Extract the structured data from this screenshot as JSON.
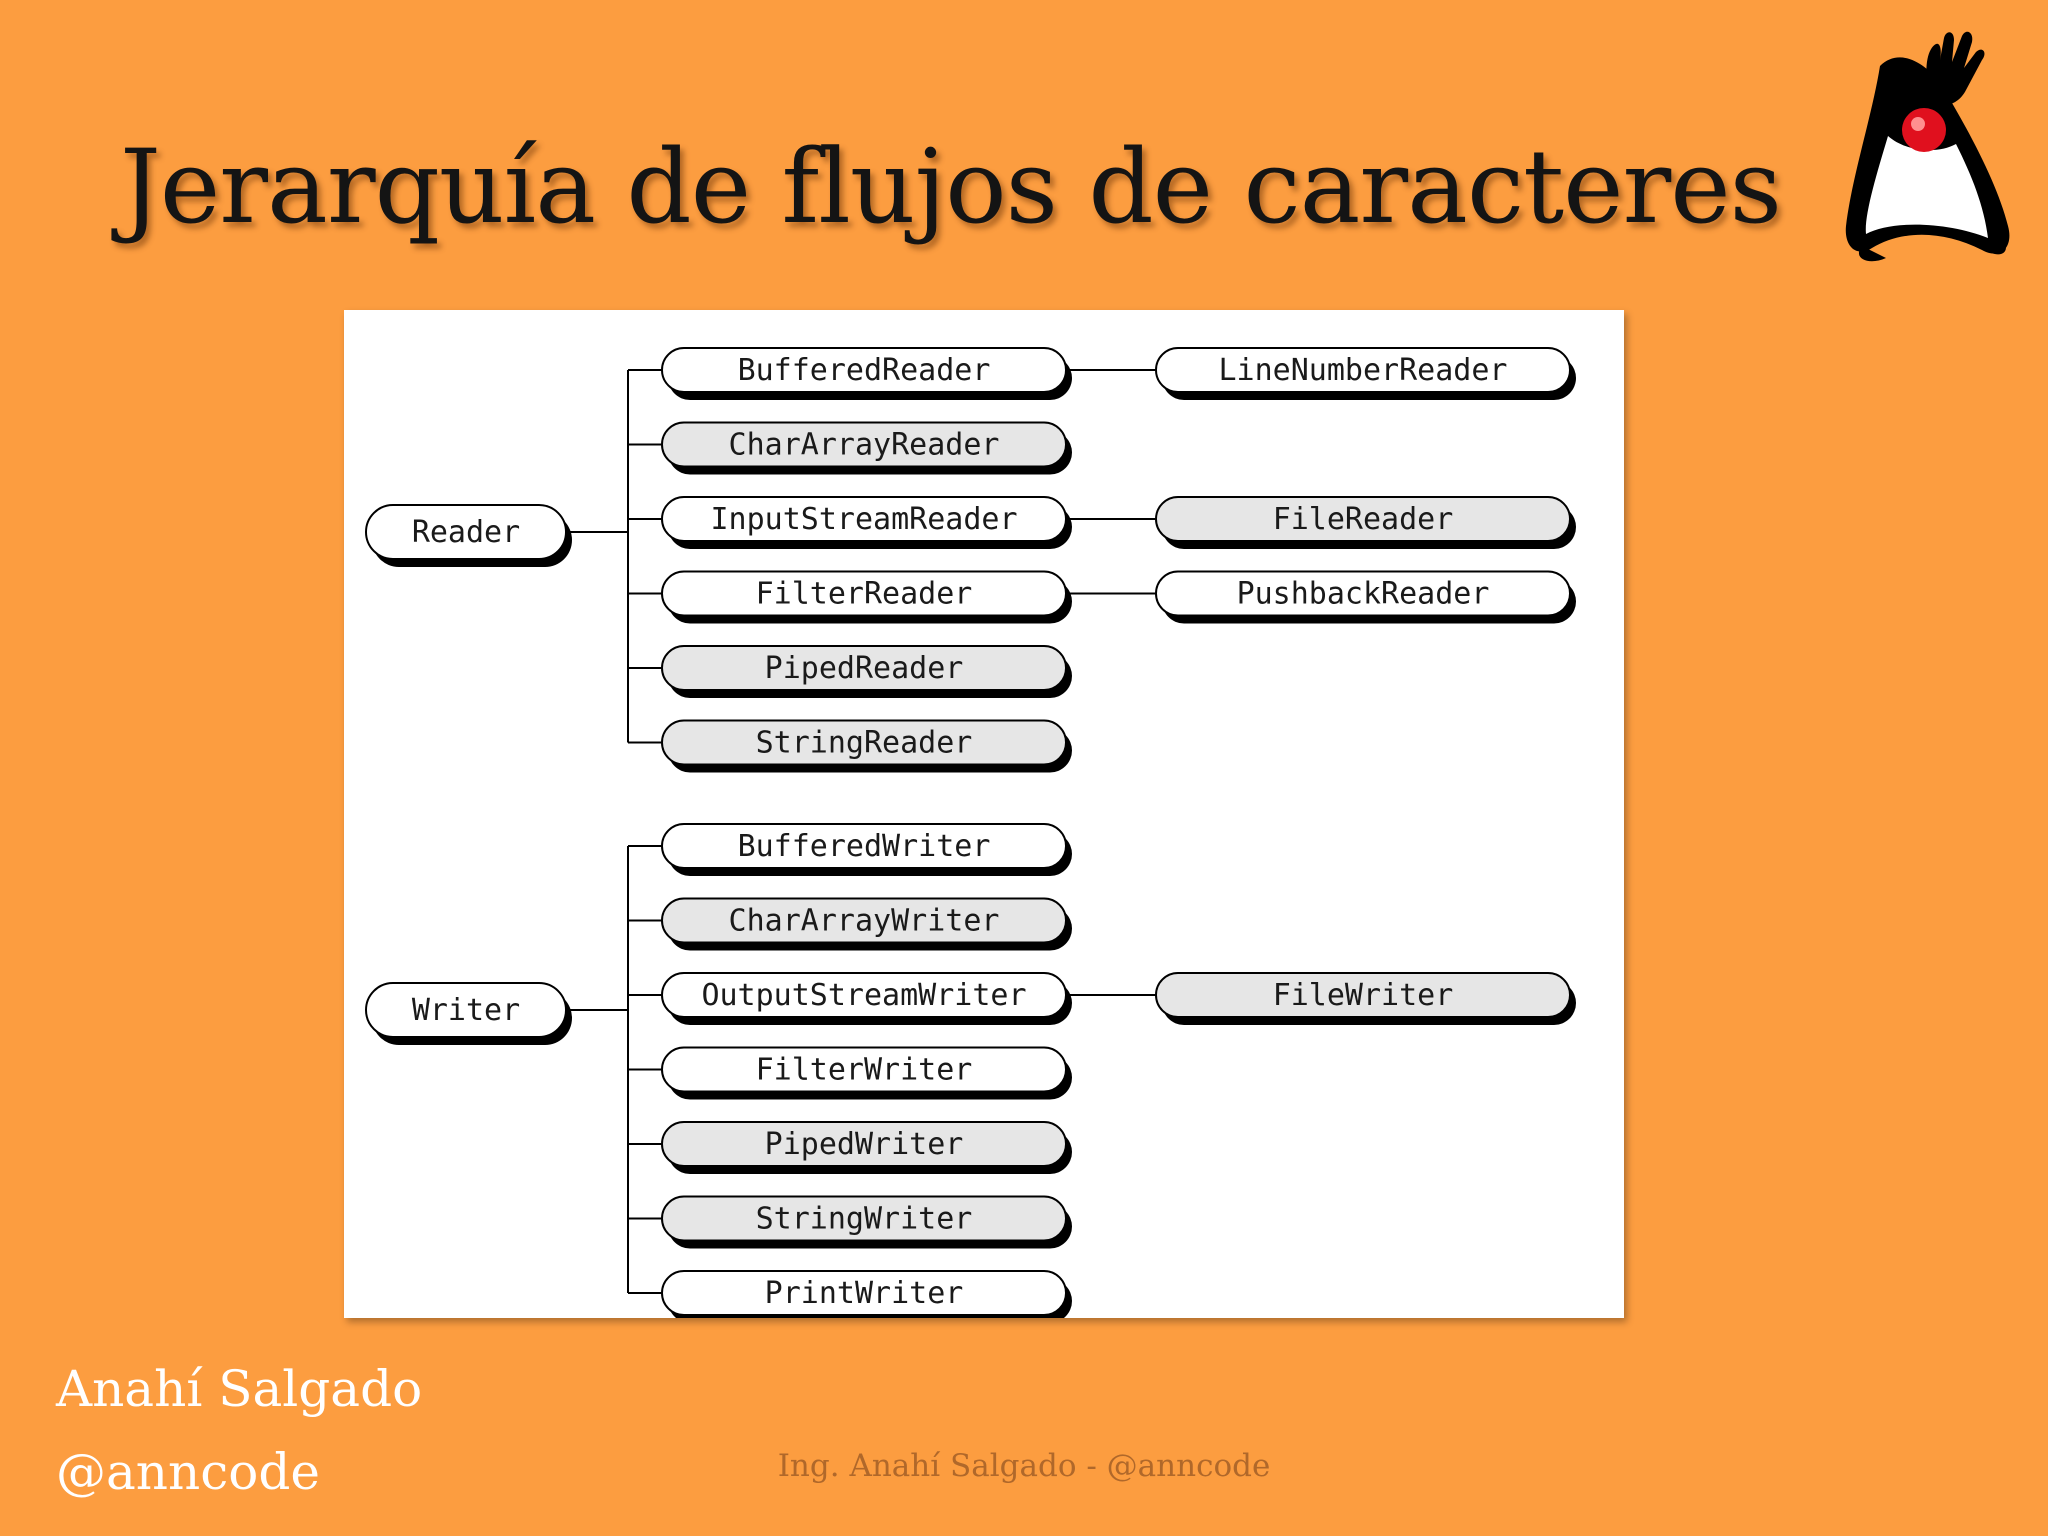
{
  "slide": {
    "title": "Jerarquía de flujos de caracteres",
    "author_name": "Anahí Salgado",
    "author_handle": "@anncode",
    "footer": "Ing. Anahí Salgado - @anncode",
    "background_color": "#FC9D40",
    "logo": "java-duke-mascot-icon"
  },
  "diagram": {
    "colors": {
      "concrete_fill": "#FFFFFF",
      "shaded_fill": "#E6E6E6",
      "outline": "#000000"
    },
    "hierarchies": [
      {
        "root": "Reader",
        "children": [
          {
            "name": "BufferedReader",
            "shaded": false,
            "subclass": {
              "name": "LineNumberReader",
              "shaded": false
            }
          },
          {
            "name": "CharArrayReader",
            "shaded": true
          },
          {
            "name": "InputStreamReader",
            "shaded": false,
            "subclass": {
              "name": "FileReader",
              "shaded": true
            }
          },
          {
            "name": "FilterReader",
            "shaded": false,
            "subclass": {
              "name": "PushbackReader",
              "shaded": false
            }
          },
          {
            "name": "PipedReader",
            "shaded": true
          },
          {
            "name": "StringReader",
            "shaded": true
          }
        ]
      },
      {
        "root": "Writer",
        "children": [
          {
            "name": "BufferedWriter",
            "shaded": false
          },
          {
            "name": "CharArrayWriter",
            "shaded": true
          },
          {
            "name": "OutputStreamWriter",
            "shaded": false,
            "subclass": {
              "name": "FileWriter",
              "shaded": true
            }
          },
          {
            "name": "FilterWriter",
            "shaded": false
          },
          {
            "name": "PipedWriter",
            "shaded": true
          },
          {
            "name": "StringWriter",
            "shaded": true
          },
          {
            "name": "PrintWriter",
            "shaded": false
          }
        ]
      }
    ]
  }
}
